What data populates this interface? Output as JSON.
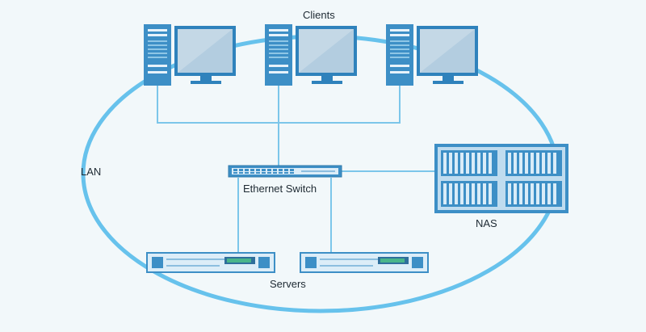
{
  "labels": {
    "clients": "Clients",
    "lan": "LAN",
    "ethernet_switch": "Ethernet Switch",
    "nas": "NAS",
    "servers": "Servers"
  },
  "colors": {
    "background": "#f2f8fa",
    "lan_ring": "#67c2ec",
    "cable": "#7cc6ea",
    "device_blue": "#3d8fc6",
    "device_light": "#e6f2fa",
    "screen": "#c4d8e6",
    "server_accent": "#49b58b"
  },
  "icons": {
    "client": "desktop-computer-icon",
    "switch": "network-switch-icon",
    "nas": "storage-rack-icon",
    "server": "rack-server-icon"
  }
}
